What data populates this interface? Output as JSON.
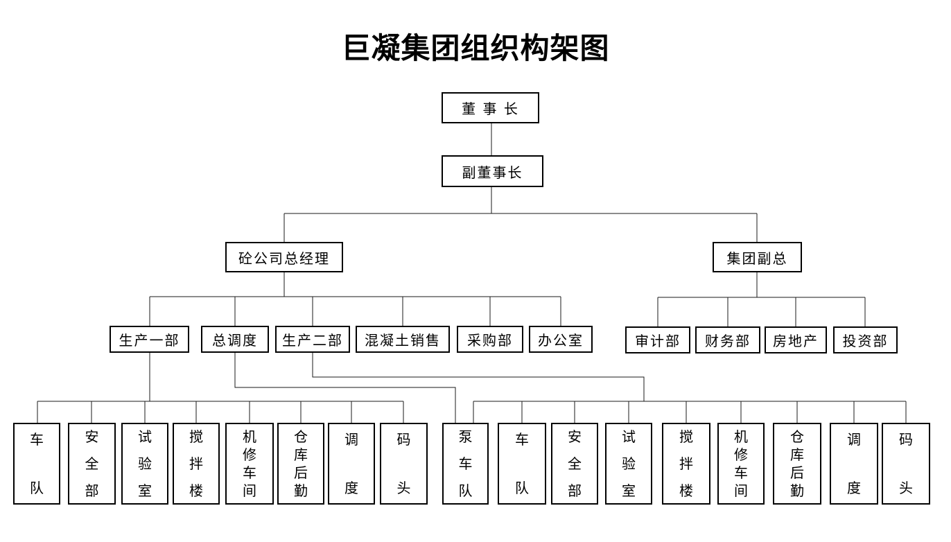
{
  "page_title": "巨凝集团组织构架图",
  "colors": {
    "background": "#ffffff",
    "box_border": "#000000",
    "connector_line": "#1a1a1a",
    "text": "#000000"
  },
  "org_chart": {
    "chairman": {
      "label": "董 事 长"
    },
    "vice_chairman": {
      "label": "副董事长"
    },
    "division_heads": [
      {
        "label": "砼公司总经理"
      },
      {
        "label": "集团副总"
      }
    ],
    "concrete_departments": [
      {
        "label": "生产一部"
      },
      {
        "label": "总调度"
      },
      {
        "label": "生产二部"
      },
      {
        "label": "混凝土销售"
      },
      {
        "label": "采购部"
      },
      {
        "label": "办公室"
      }
    ],
    "group_departments": [
      {
        "label": "审计部"
      },
      {
        "label": "财务部"
      },
      {
        "label": "房地产"
      },
      {
        "label": "投资部"
      }
    ],
    "production1_units": [
      {
        "label": "车队"
      },
      {
        "label": "安全部"
      },
      {
        "label": "试验室"
      },
      {
        "label": "搅拌楼"
      },
      {
        "label": "机修车间"
      },
      {
        "label": "仓库后勤"
      },
      {
        "label": "调度"
      },
      {
        "label": "码头"
      }
    ],
    "dispatch_units": [
      {
        "label": "泵车队"
      }
    ],
    "production2_units": [
      {
        "label": "车队"
      },
      {
        "label": "安全部"
      },
      {
        "label": "试验室"
      },
      {
        "label": "搅拌楼"
      },
      {
        "label": "机修车间"
      },
      {
        "label": "仓库后勤"
      },
      {
        "label": "调度"
      },
      {
        "label": "码头"
      }
    ]
  }
}
